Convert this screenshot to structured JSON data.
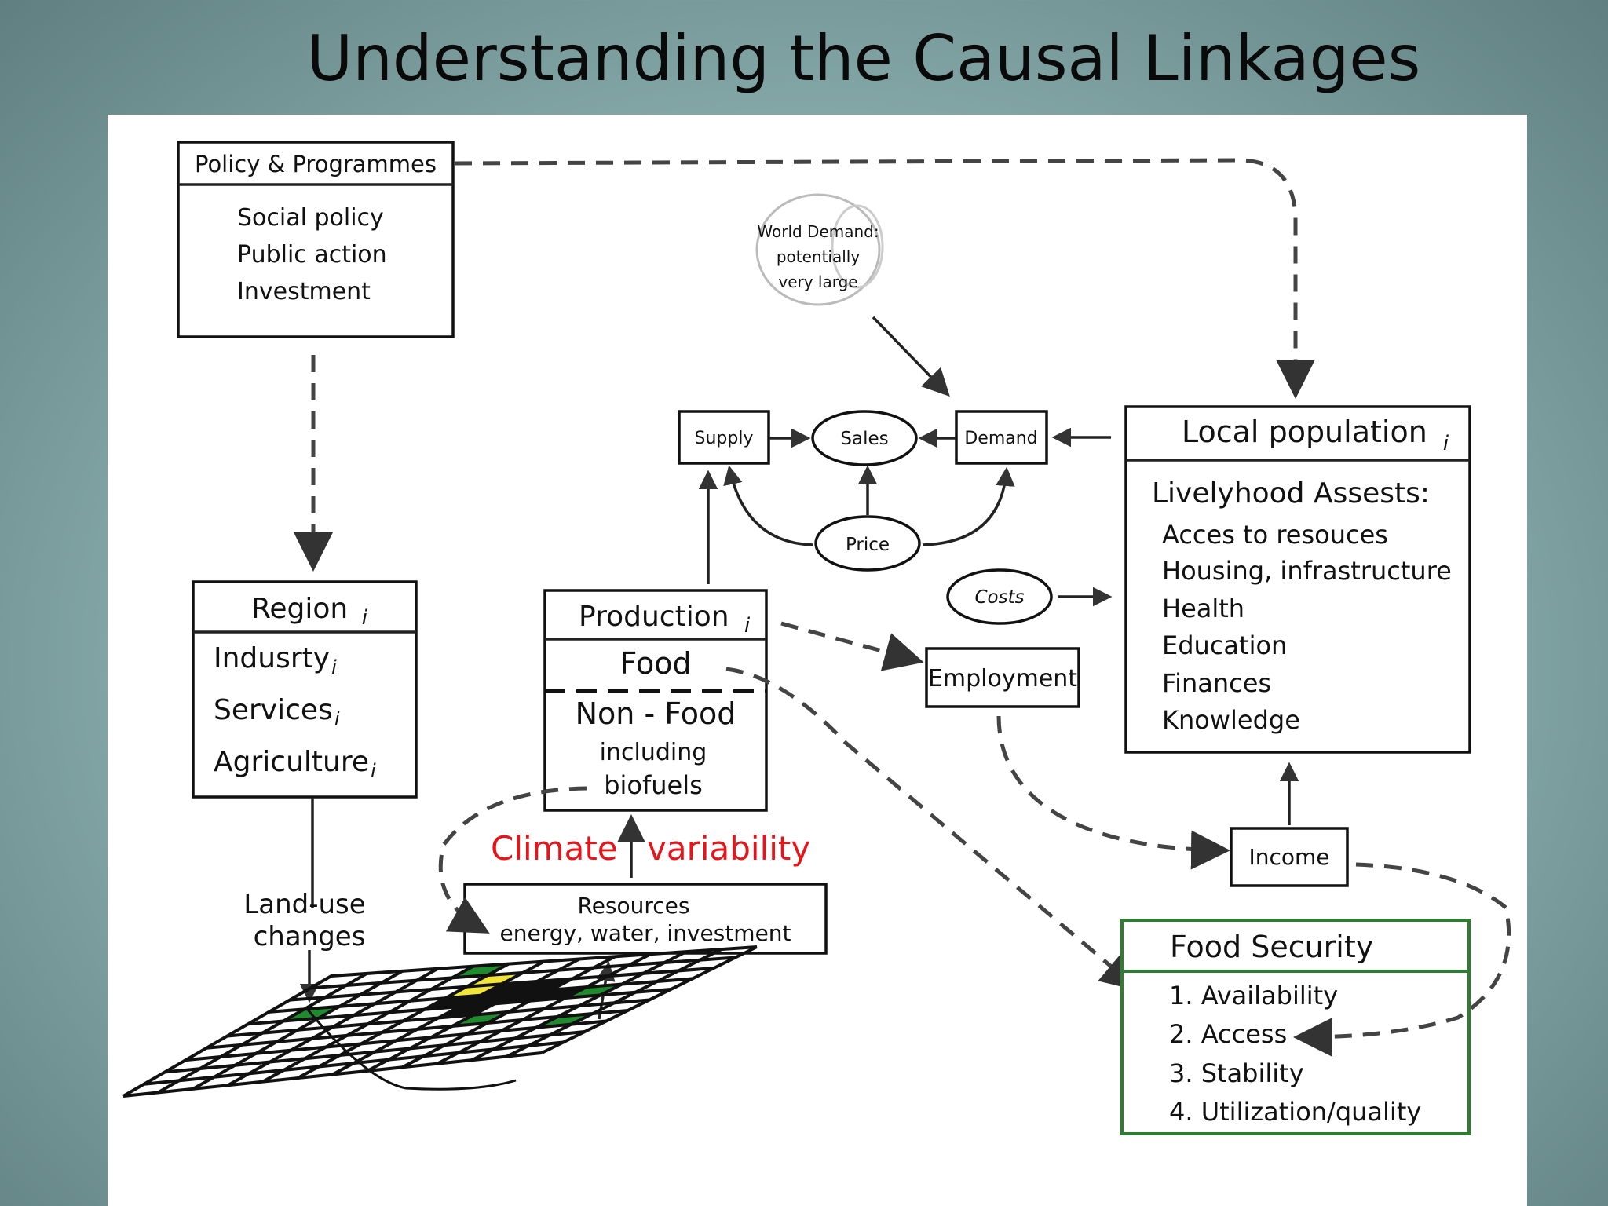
{
  "title": "Understanding the Causal Linkages",
  "policy": {
    "header": "Policy & Programmes",
    "items": [
      "Social policy",
      "Public action",
      "Investment"
    ]
  },
  "world_demand": [
    "World Demand:",
    "potentially",
    "very large"
  ],
  "market": {
    "supply": "Supply",
    "sales": "Sales",
    "demand": "Demand",
    "price": "Price",
    "costs": "Costs",
    "employment": "Employment",
    "income": "Income"
  },
  "local_population": {
    "header": "Local population",
    "subscript": "i",
    "assets_title": "Livelyhood Assests:",
    "items": [
      "Acces to resouces",
      "Housing, infrastructure",
      "Health",
      "Education",
      "Finances",
      "Knowledge"
    ]
  },
  "region": {
    "header": "Region",
    "subscript": "i",
    "items": [
      "Indusrty",
      "Services",
      "Agriculture"
    ]
  },
  "production": {
    "header": "Production",
    "subscript": "i",
    "food": "Food",
    "non_food": "Non - Food",
    "including": "including",
    "biofuels": "biofuels"
  },
  "climate": {
    "left": "Climate",
    "right": "variability"
  },
  "resources": {
    "title": "Resources",
    "detail": "energy, water, investment"
  },
  "land_use": [
    "Land-use",
    "changes"
  ],
  "food_security": {
    "header": "Food Security",
    "items": [
      "1. Availability",
      "2. Access",
      "3. Stability",
      "4. Utilization/quality"
    ]
  },
  "colors": {
    "accent_red": "#e4161b",
    "food_security_border": "#2e7d32",
    "grid_green": "#1f8a2e"
  }
}
